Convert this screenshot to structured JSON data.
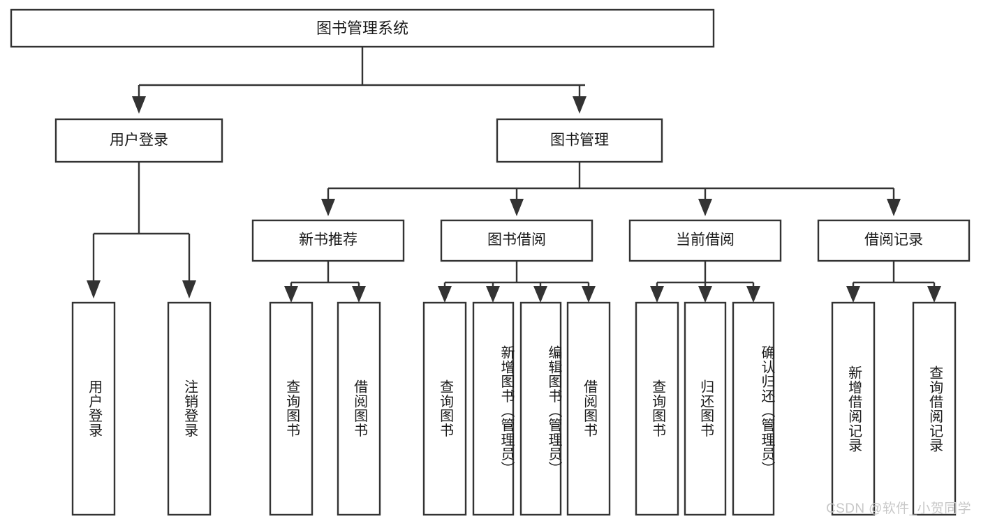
{
  "diagram": {
    "title": "图书管理系统",
    "type": "tree",
    "watermark": "CSDN @软件_小贺同学",
    "colors": {
      "background": "#ffffff",
      "box_fill": "#ffffff",
      "box_stroke": "#333333",
      "text": "#1a1a1a",
      "watermark": "#c8c8c8"
    },
    "levels": {
      "level1": {
        "label": "图书管理系统"
      },
      "level2": [
        {
          "label": "用户登录"
        },
        {
          "label": "图书管理"
        }
      ],
      "level3": [
        {
          "label": "新书推荐"
        },
        {
          "label": "图书借阅"
        },
        {
          "label": "当前借阅"
        },
        {
          "label": "借阅记录"
        }
      ],
      "level4": [
        {
          "label": "用户登录",
          "parent": "用户登录"
        },
        {
          "label": "注销登录",
          "parent": "用户登录"
        },
        {
          "label": "查询图书",
          "parent": "新书推荐"
        },
        {
          "label": "借阅图书",
          "parent": "新书推荐"
        },
        {
          "label": "查询图书",
          "parent": "图书借阅"
        },
        {
          "label": "新增图书（管理员）",
          "parent": "图书借阅"
        },
        {
          "label": "编辑图书（管理员）",
          "parent": "图书借阅"
        },
        {
          "label": "借阅图书",
          "parent": "图书借阅"
        },
        {
          "label": "查询图书",
          "parent": "当前借阅"
        },
        {
          "label": "归还图书",
          "parent": "当前借阅"
        },
        {
          "label": "确认归还（管理员）",
          "parent": "当前借阅"
        },
        {
          "label": "新增借阅记录",
          "parent": "借阅记录"
        },
        {
          "label": "查询借阅记录",
          "parent": "借阅记录"
        }
      ]
    },
    "nodes": {
      "root": "图书管理系统",
      "user_login": "用户登录",
      "book_manage": "图书管理",
      "new_book_rec": "新书推荐",
      "book_borrow": "图书借阅",
      "current_borrow": "当前借阅",
      "borrow_record": "借阅记录",
      "leaf_user_login": "用户登录",
      "leaf_logout": "注销登录",
      "leaf_query_book_a": "查询图书",
      "leaf_borrow_book_a": "借阅图书",
      "leaf_query_book_b": "查询图书",
      "leaf_add_book_admin": "新增图书（管理员）",
      "leaf_edit_book_admin": "编辑图书（管理员）",
      "leaf_borrow_book_b": "借阅图书",
      "leaf_query_book_c": "查询图书",
      "leaf_return_book": "归还图书",
      "leaf_confirm_return_admin": "确认归还（管理员）",
      "leaf_add_record": "新增借阅记录",
      "leaf_query_record": "查询借阅记录"
    }
  }
}
